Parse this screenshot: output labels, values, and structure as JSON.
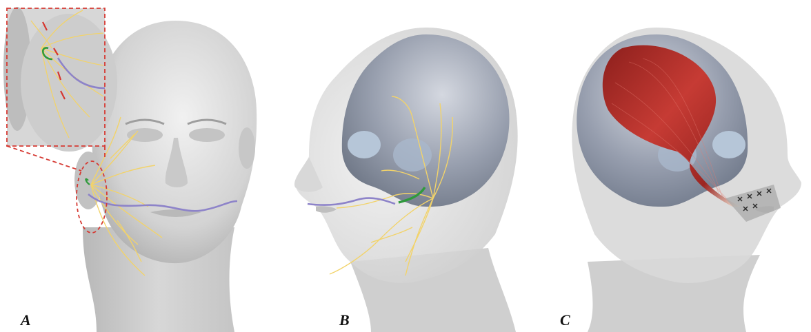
{
  "figure": {
    "panels": [
      {
        "id": "A",
        "label": "A",
        "view": "frontal-face-with-nerve-map-and-inset"
      },
      {
        "id": "B",
        "label": "B",
        "view": "left-oblique-skull-nerve-graft"
      },
      {
        "id": "C",
        "label": "C",
        "view": "right-oblique-temporalis-transfer"
      }
    ],
    "colors": {
      "background": "#ffffff",
      "skin": "#d9d9d9",
      "skin_shadow": "#b7b7b7",
      "nerve": "#f2d36a",
      "graft": "#8d83c9",
      "green_segment": "#2f9a3c",
      "marker_red": "#d6362f",
      "inset_border": "#d63a33",
      "muscle": "#b8322c",
      "tendon": "#efe6d7",
      "skull": "#9ca9bd",
      "suture": "#2a2a2a"
    }
  }
}
